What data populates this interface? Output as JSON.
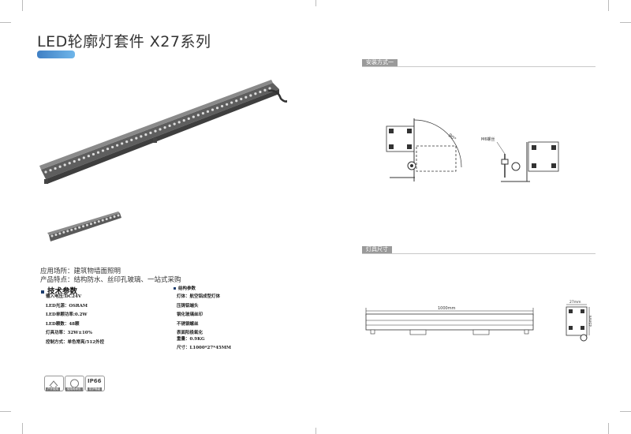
{
  "header": {
    "title": "LED轮廓灯套件 X27系列"
  },
  "sections": {
    "install": "安装方式一",
    "size": "灯具尺寸"
  },
  "application": {
    "place": "应用场所：建筑物墙面照明",
    "features": "产品特点：结构防水、丝印孔玻璃、一站式采购"
  },
  "specs": {
    "heading": "技术参数",
    "left": [
      "输入电压:DC24V",
      "LED光源：OSRAM",
      "LED单颗功率:0.2W",
      "LED颗数：48颗",
      "灯具功率：32W±10%",
      "控制方式：单色常亮/512外控"
    ],
    "right_heading": "结构参数",
    "right": [
      "灯体：航空铝成型灯体",
      "压铸铝端头",
      "钢化玻璃丝印",
      "不锈钢螺丝",
      "表面阳极氧化"
    ],
    "weight": "重量：0.9KG",
    "dimension": "尺寸：L1000*27*45MM"
  },
  "drawing": {
    "angle": "90°",
    "screw": "M6螺丝",
    "length": "1000mm",
    "width": "27mm",
    "height": "45mm"
  },
  "icons": [
    {
      "name": "户外使用",
      "text": ""
    },
    {
      "name": "使用寿命长",
      "text": ""
    },
    {
      "name": "防护等级",
      "text": "IP66"
    }
  ]
}
